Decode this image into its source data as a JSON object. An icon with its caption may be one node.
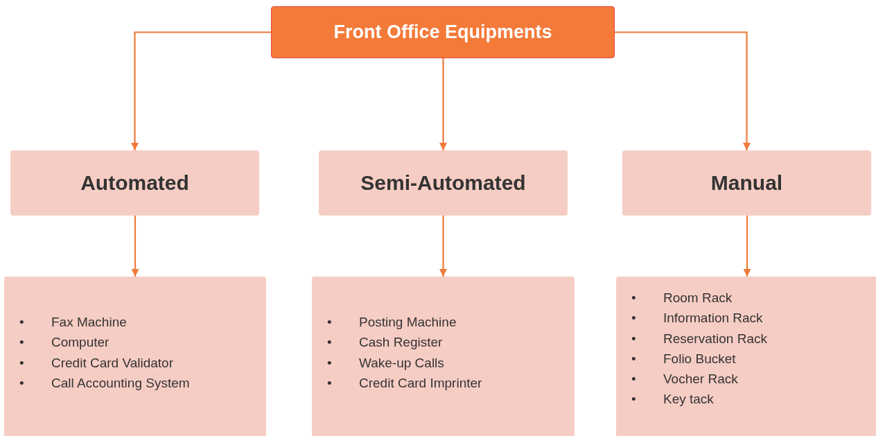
{
  "diagram": {
    "nodes": [
      {
        "text": [
          "Front Office Equipments"
        ]
      },
      {
        "text": [
          "Automated"
        ]
      },
      {
        "text": [
          "Semi-Automated"
        ]
      },
      {
        "text": [
          "Manual"
        ]
      },
      {
        "text": [
          "•\tFax Machine",
          "•\tComputer",
          "•\tCredit Card Validator",
          "•\tCall Accounting System"
        ]
      },
      {
        "text": [
          "•\tPosting Machine",
          "•\tCash Register",
          "•\tWake-up Calls",
          "•\tCredit Card Imprinter"
        ]
      },
      {
        "text": [
          "•\tRoom Rack",
          "•\tInformation Rack",
          "•\tReservation Rack",
          "•\tFolio Bucket",
          "•\tVocher Rack",
          "•\tKey tack"
        ]
      }
    ],
    "edges": [
      {
        "from": 0,
        "to": 1,
        "arrow": "to"
      },
      {
        "from": 0,
        "to": 2,
        "arrow": "to"
      },
      {
        "from": 0,
        "to": 3,
        "arrow": "to"
      },
      {
        "from": 1,
        "to": 4,
        "arrow": "to"
      },
      {
        "from": 2,
        "to": 5,
        "arrow": "to"
      },
      {
        "from": 3,
        "to": 6,
        "arrow": "to"
      }
    ]
  }
}
